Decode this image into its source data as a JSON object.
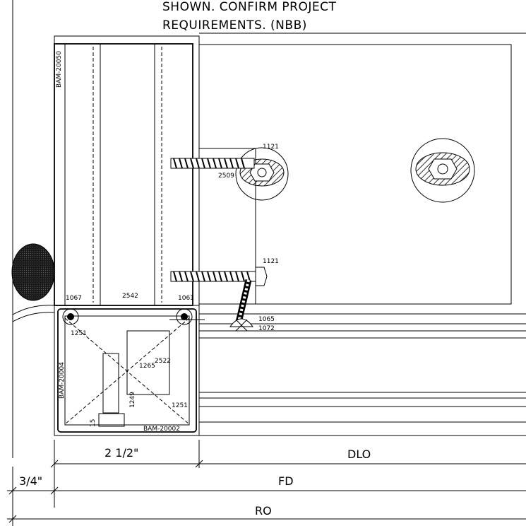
{
  "note": {
    "line1": "SHOWN. CONFIRM PROJECT",
    "line2": "REQUIREMENTS. (NBB)"
  },
  "parts": {
    "frame_top": "BAM-20050",
    "frame_left": "BAM-20004",
    "frame_bottom": "BAM-20002",
    "p1067": "1067",
    "p2542": "2542",
    "p1061": "1061",
    "p1121a": "1121",
    "p1121b": "1121",
    "p2509": "2509",
    "p1065": "1065",
    "p1072": "1072",
    "p1251a": "1251",
    "p1265": "1265",
    "p2522": "2522",
    "p1249": "1249",
    "p1251b": "1251",
    "p15": "15"
  },
  "dimensions": {
    "frame_width": "2 1/2\"",
    "dlo": "DLO",
    "shim": "3/4\"",
    "fd": "FD",
    "ro": "RO"
  }
}
